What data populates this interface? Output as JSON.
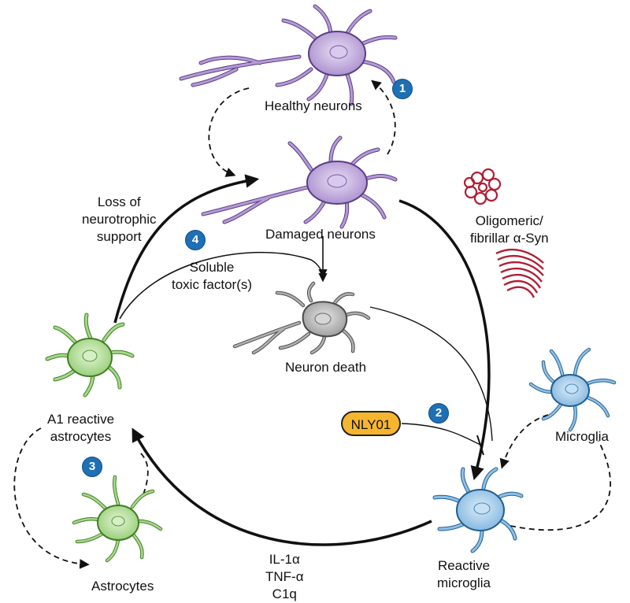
{
  "labels": {
    "healthy_neurons": "Healthy neurons",
    "damaged_neurons": "Damaged neurons",
    "neuron_death": "Neuron death",
    "microglia": "Microglia",
    "reactive_microglia": [
      "Reactive",
      "microglia"
    ],
    "astrocytes": "Astrocytes",
    "a1_reactive_astrocytes": [
      "A1 reactive",
      "astrocytes"
    ],
    "loss_of_support": [
      "Loss of",
      "neurotrophic",
      "support"
    ],
    "soluble_toxic": [
      "Soluble",
      "toxic factor(s)"
    ],
    "alpha_syn": [
      "Oligomeric/",
      "fibrillar α-Syn"
    ],
    "cytokines": [
      "IL-1α",
      "TNF-α",
      "C1q"
    ],
    "nly01": "NLY01"
  },
  "badges": [
    "1",
    "2",
    "3",
    "4"
  ],
  "colors": {
    "neuron": "#b59ad6",
    "neuron_dark": "#5a3d86",
    "dead_neuron": "#a8a8a8",
    "dead_neuron_dark": "#4a4a4a",
    "microglia": "#8ec0e6",
    "microglia_dark": "#1f5e93",
    "astrocyte": "#a6d88a",
    "astrocyte_dark": "#3f7f22",
    "alpha_syn": "#b01e35",
    "badge": "#1f6fb5",
    "nly01": "#f6b52e"
  }
}
